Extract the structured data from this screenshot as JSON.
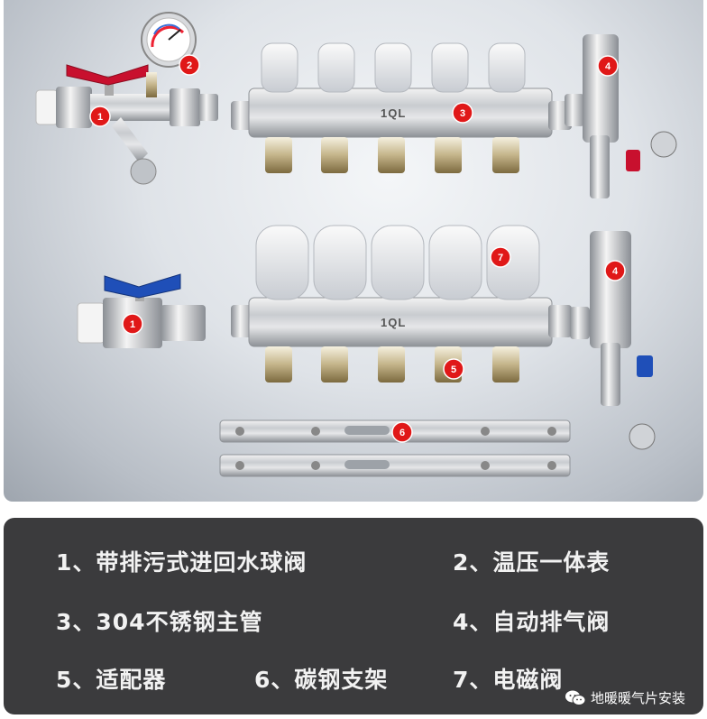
{
  "diagram": {
    "brand_label": "1QL",
    "badges": [
      "1",
      "2",
      "3",
      "4",
      "5",
      "6",
      "7"
    ]
  },
  "legend": {
    "items": [
      {
        "text": "1、带排污式进回水球阀"
      },
      {
        "text": "2、温压一体表"
      },
      {
        "text": "3、304不锈钢主管"
      },
      {
        "text": "4、自动排气阀"
      },
      {
        "text": "5、适配器"
      },
      {
        "text": "6、碳钢支架"
      },
      {
        "text": "7、电磁阀"
      }
    ]
  },
  "watermark": {
    "text": "地暖暖气片安装",
    "icon": "wechat-icon"
  },
  "colors": {
    "badge": "#e01818",
    "red_handle": "#c8102e",
    "blue_handle": "#1f4fb8",
    "legend_bg": "#3b3b3d"
  }
}
